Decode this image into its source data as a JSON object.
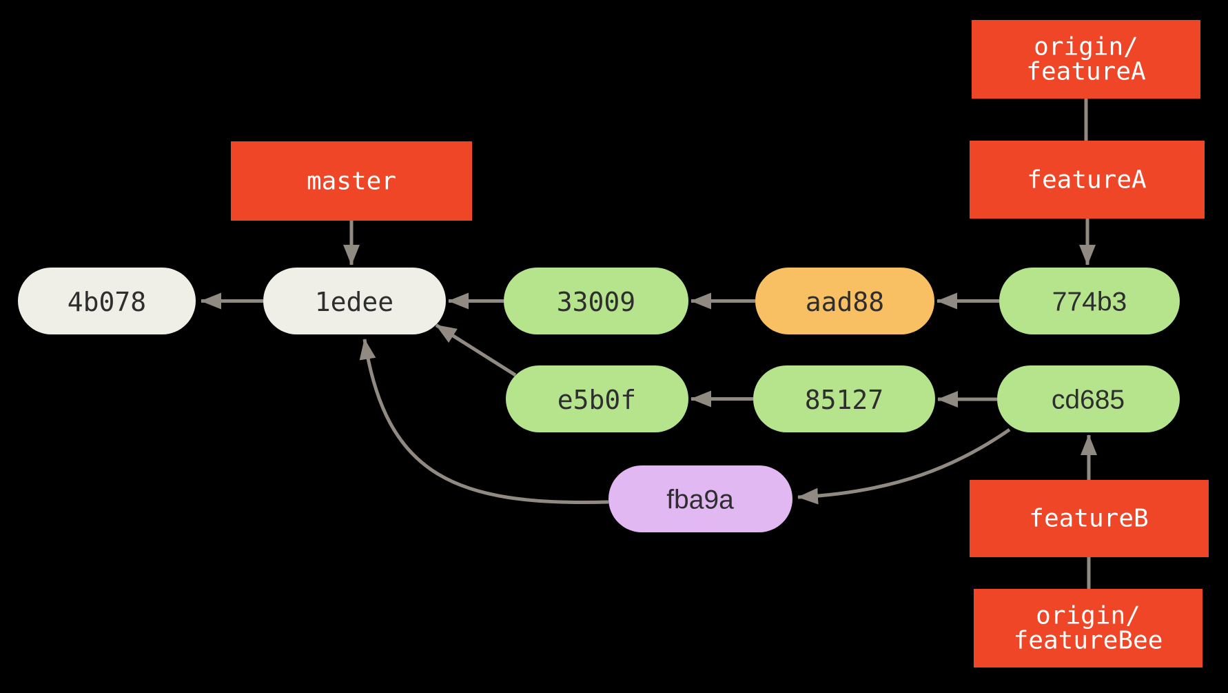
{
  "colors": {
    "background": "#000000",
    "branch_box": "#ee4627",
    "branch_text": "#ffffff",
    "commit_text": "#2e2e2e",
    "green": "#b5e48d",
    "orange": "#f9c063",
    "cream": "#efeee7",
    "purple": "#e1b8f1",
    "arrow": "#918a82"
  },
  "branch_labels": [
    {
      "id": "origin-featureA",
      "line1": "origin/",
      "line2": "featureA"
    },
    {
      "id": "featureA",
      "line1": "featureA"
    },
    {
      "id": "master",
      "line1": "master"
    },
    {
      "id": "featureB",
      "line1": "featureB"
    },
    {
      "id": "origin-featureBee",
      "line1": "origin/",
      "line2": "featureBee"
    }
  ],
  "commits": [
    {
      "id": "4b078",
      "label": "4b078",
      "color": "cream"
    },
    {
      "id": "1edee",
      "label": "1edee",
      "color": "cream"
    },
    {
      "id": "33009",
      "label": "33009",
      "color": "green"
    },
    {
      "id": "aad88",
      "label": "aad88",
      "color": "orange"
    },
    {
      "id": "774b3",
      "label": "774b3",
      "color": "green"
    },
    {
      "id": "e5b0f",
      "label": "e5b0f",
      "color": "green"
    },
    {
      "id": "85127",
      "label": "85127",
      "color": "green"
    },
    {
      "id": "cd685",
      "label": "cd685",
      "color": "green"
    },
    {
      "id": "fba9a",
      "label": "fba9a",
      "color": "purple"
    }
  ],
  "edges": [
    {
      "from": "1edee",
      "to": "4b078",
      "style": "arrow"
    },
    {
      "from": "master",
      "to": "1edee",
      "style": "arrow"
    },
    {
      "from": "33009",
      "to": "1edee",
      "style": "arrow"
    },
    {
      "from": "aad88",
      "to": "33009",
      "style": "arrow"
    },
    {
      "from": "774b3",
      "to": "aad88",
      "style": "arrow"
    },
    {
      "from": "featureA",
      "to": "774b3",
      "style": "arrow"
    },
    {
      "from": "origin/featureA",
      "to": "featureA",
      "style": "line"
    },
    {
      "from": "e5b0f",
      "to": "1edee",
      "style": "arrow"
    },
    {
      "from": "85127",
      "to": "e5b0f",
      "style": "arrow"
    },
    {
      "from": "cd685",
      "to": "85127",
      "style": "arrow"
    },
    {
      "from": "featureB",
      "to": "cd685",
      "style": "arrow"
    },
    {
      "from": "featureB",
      "to": "origin/featureBee",
      "style": "line"
    },
    {
      "from": "fba9a",
      "to": "1edee",
      "style": "curved-arrow"
    },
    {
      "from": "cd685",
      "to": "fba9a",
      "style": "curved-arrow"
    }
  ]
}
